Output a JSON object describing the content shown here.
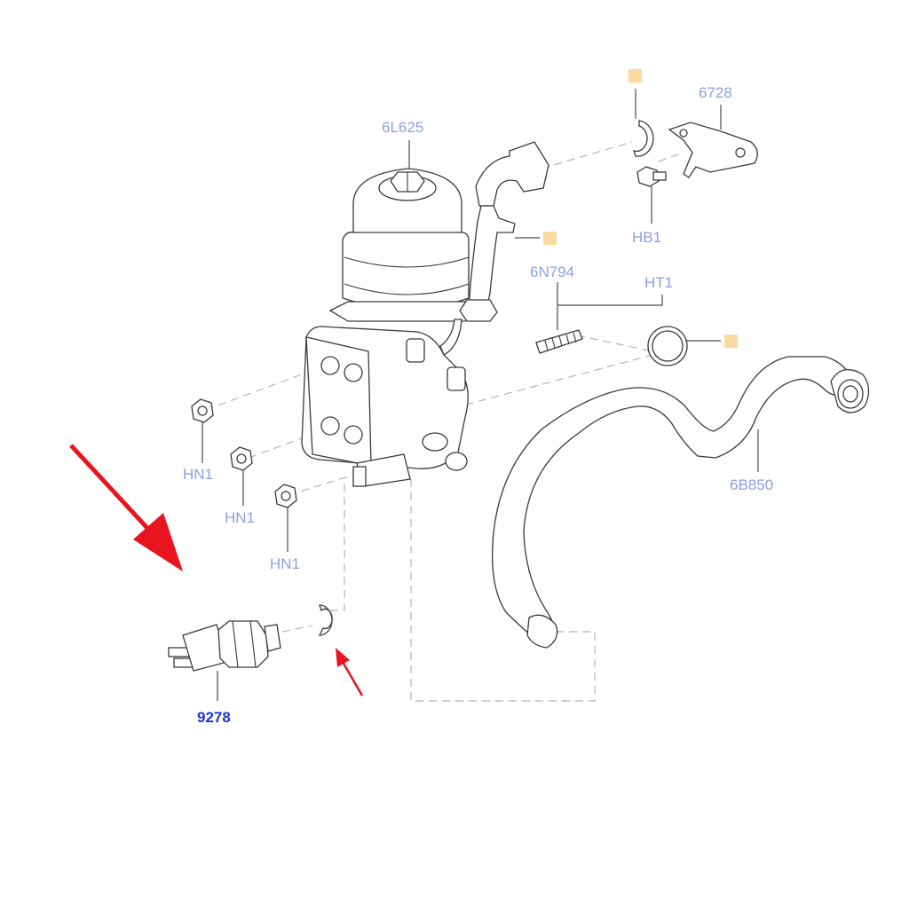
{
  "diagram": {
    "labels": {
      "filter_housing": "6L625",
      "bracket": "6728",
      "bolt": "HB1",
      "stud": "6N794",
      "o_ring": "HT1",
      "hose": "6B850",
      "nut_1": "HN1",
      "nut_2": "HN1",
      "nut_3": "HN1",
      "sensor": "9278"
    },
    "colors": {
      "label": "#8c9fe6",
      "highlight_label": "#1e32d6",
      "arrow": "#e8141e",
      "note_box": "#fbd9a0",
      "line": "#3a3a3a"
    }
  }
}
